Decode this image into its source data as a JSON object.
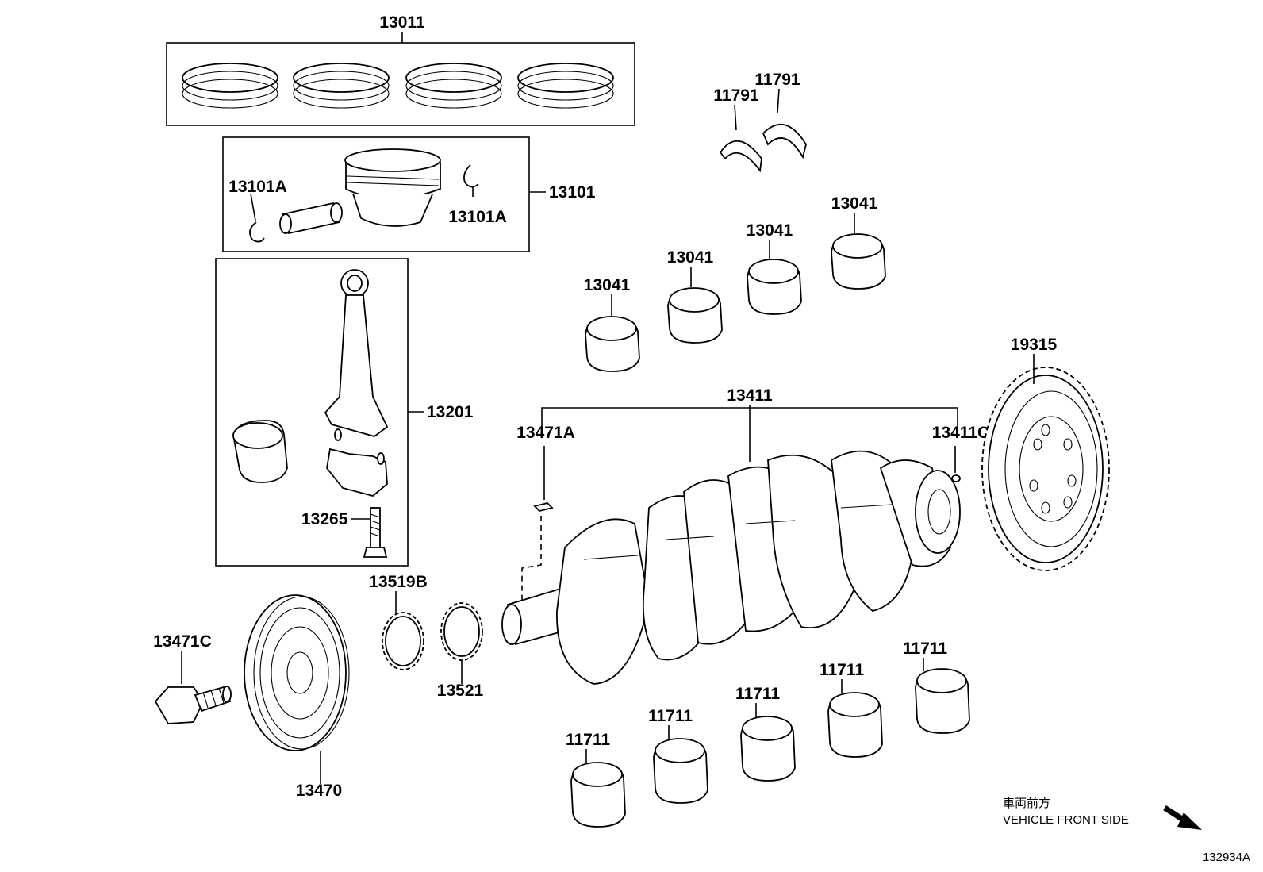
{
  "labels": {
    "piston_ring_set": "13011",
    "piston_sub_assy": "13101",
    "snap_ring_left": "13101A",
    "snap_ring_right": "13101A",
    "thrust_washer_left": "11791",
    "thrust_washer_right": "11791",
    "conn_rod_bearing_1": "13041",
    "conn_rod_bearing_2": "13041",
    "conn_rod_bearing_3": "13041",
    "conn_rod_bearing_4": "13041",
    "connecting_rod_sub_assy": "13201",
    "conn_rod_bolt": "13265",
    "crankshaft": "13411",
    "crank_pin_left": "13471A",
    "crank_pin_right": "13411C",
    "timing_rotor": "19315",
    "crank_pulley_bolt": "13471C",
    "crank_pulley": "13470",
    "crank_gear_b": "13519B",
    "crank_gear": "13521",
    "main_bearing_1": "11711",
    "main_bearing_2": "11711",
    "main_bearing_3": "11711",
    "main_bearing_4": "11711",
    "main_bearing_5": "11711"
  },
  "direction": {
    "caption_jp": "車両前方",
    "caption_en": "VEHICLE FRONT SIDE"
  },
  "figure_id": "132934A"
}
